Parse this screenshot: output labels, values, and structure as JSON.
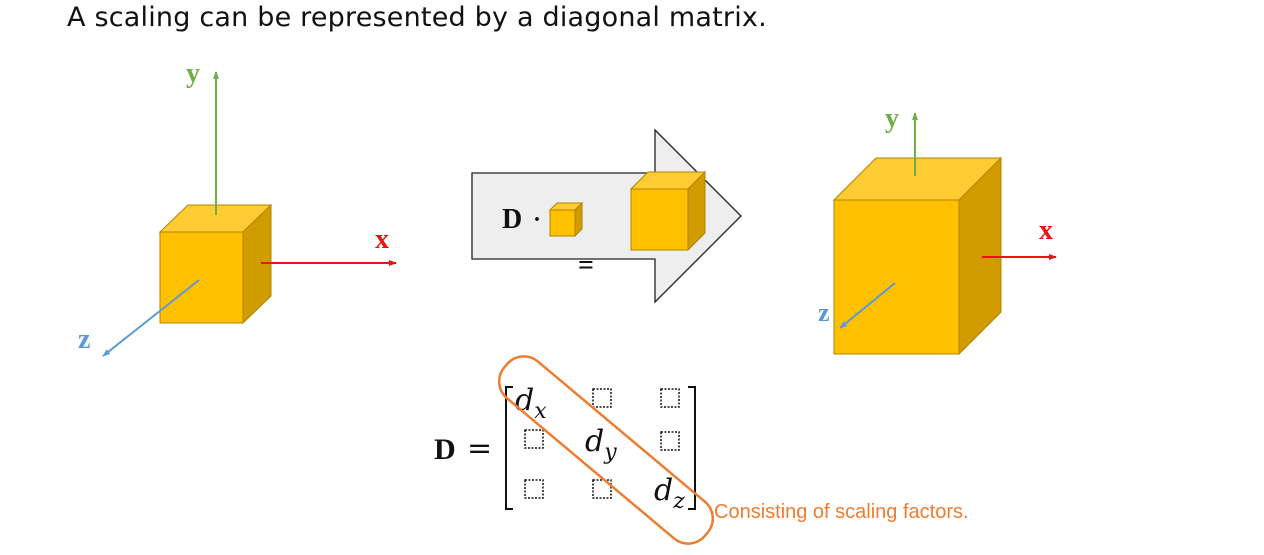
{
  "heading": "A scaling can be represented by a diagonal matrix.",
  "axes": {
    "x": "x",
    "y": "y",
    "z": "z"
  },
  "operator": {
    "matrix": "D",
    "dot": "·",
    "equals": "="
  },
  "equation": {
    "lhs": "D",
    "equals": "=",
    "diagonal": [
      {
        "base": "d",
        "sub": "x"
      },
      {
        "base": "d",
        "sub": "y"
      },
      {
        "base": "d",
        "sub": "z"
      }
    ]
  },
  "note": "Consisting of scaling factors.",
  "colors": {
    "x_axis": "#ee1111",
    "y_axis": "#70ad47",
    "z_axis": "#5b9bd5",
    "cube_front": "#ffc000",
    "cube_top": "#ffcc33",
    "cube_side": "#d09c00",
    "highlight": "#ed7d31"
  }
}
